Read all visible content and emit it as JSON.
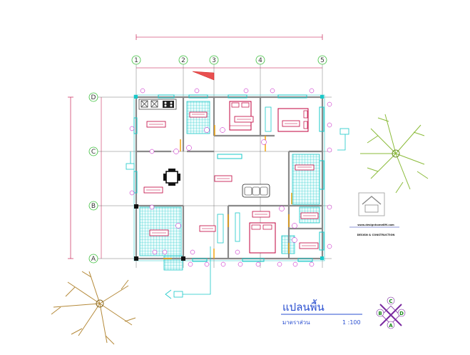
{
  "plan": {
    "title": "แปลนพื้น",
    "scale_label": "มาตราส่วน",
    "scale_value": "1 :100"
  },
  "grid": {
    "columns": [
      "1",
      "2",
      "3",
      "4",
      "5"
    ],
    "rows": [
      "D",
      "C",
      "B",
      "A"
    ]
  },
  "compass": {
    "top": "C",
    "left": "B",
    "right": "D",
    "bottom": "A"
  },
  "company": {
    "website": "www.designhome8M.com",
    "tagline": "DESIGN & CONSTRUCTION"
  },
  "colors": {
    "wall": "#9a9a9a",
    "tile": "#19c8c8",
    "label_fill": "#ffffff",
    "label_border": "#c0003c",
    "door": "#f2a000",
    "dimension": "#c0003c",
    "title": "#2a4fd0",
    "tree": "#8bbb3a"
  }
}
